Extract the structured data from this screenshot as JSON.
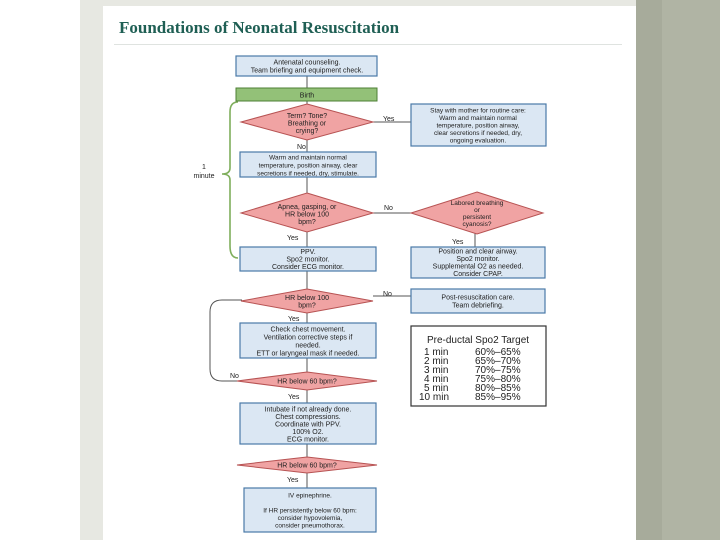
{
  "title": "Foundations of Neonatal Resuscitation",
  "nodes": {
    "n1": [
      "Antenatal counseling.",
      "Team briefing and equipment check."
    ],
    "birth": [
      "Birth"
    ],
    "d1": [
      "Term? Tone?",
      "Breathing or",
      "crying?"
    ],
    "routine": [
      "Stay with mother for routine care:",
      "Warm and maintain normal",
      "temperature, position airway,",
      "clear secretions if needed, dry,",
      "ongoing evaluation."
    ],
    "n2": [
      "Warm and maintain normal",
      "temperature, position airway, clear",
      "secretions if needed, dry, stimulate."
    ],
    "d2": [
      "Apnea, gasping, or",
      "HR below 100",
      "bpm?"
    ],
    "d3": [
      "Labored breathing",
      "or",
      "persistent",
      "cyanosis?"
    ],
    "ppv": [
      "PPV.",
      "Spo2 monitor.",
      "Consider ECG monitor."
    ],
    "airway": [
      "Position and clear airway.",
      "Spo2 monitor.",
      "Supplemental O2 as needed.",
      "Consider CPAP."
    ],
    "d4": [
      "HR below 100",
      "bpm?"
    ],
    "post": [
      "Post-resuscitation care.",
      "Team debriefing."
    ],
    "chest": [
      "Check chest movement.",
      "Ventilation corrective steps if",
      "needed.",
      "ETT or laryngeal mask if needed."
    ],
    "d5": [
      "HR below 60 bpm?"
    ],
    "intubate": [
      "Intubate if not already done.",
      "Chest compressions.",
      "Coordinate with PPV.",
      "100% O2.",
      "ECG monitor."
    ],
    "d6": [
      "HR below 60 bpm?"
    ],
    "epi": [
      "IV epinephrine.",
      "",
      "If HR persistently below 60 bpm:",
      "consider hypovolemia,",
      "consider pneumothorax."
    ]
  },
  "edge_labels": {
    "d1_yes": "Yes",
    "d1_no": "No",
    "d2_no": "No",
    "d2_yes": "Yes",
    "d3_yes": "Yes",
    "d4_no": "No",
    "d4_yes": "Yes",
    "d5_no": "No",
    "d5_yes": "Yes",
    "d6_yes": "Yes"
  },
  "minute_label": [
    "1",
    "minute"
  ],
  "target_table": {
    "title": "Pre-ductal Spo2 Target",
    "rows": [
      [
        "1 min",
        "60%–65%"
      ],
      [
        "2 min",
        "65%–70%"
      ],
      [
        "3 min",
        "70%–75%"
      ],
      [
        "4 min",
        "75%–80%"
      ],
      [
        "5 min",
        "80%–85%"
      ],
      [
        "10 min",
        "85%–95%"
      ]
    ]
  }
}
